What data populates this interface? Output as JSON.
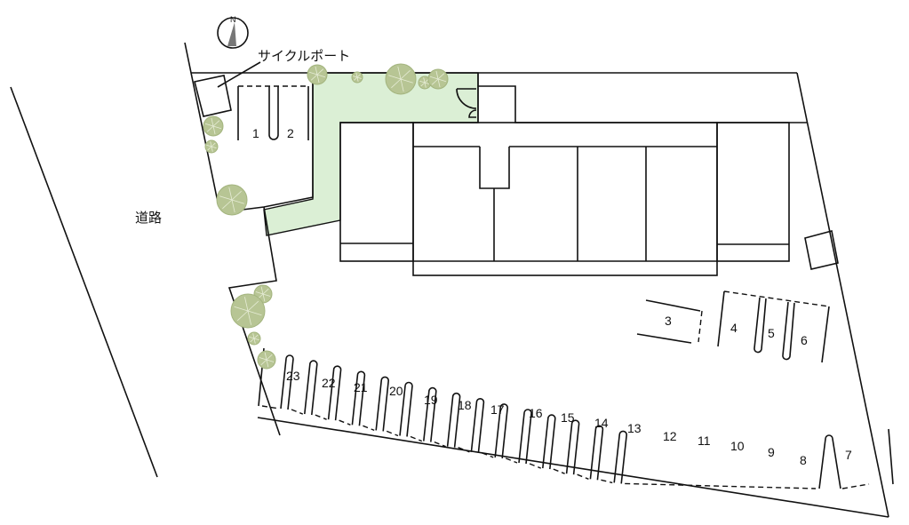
{
  "labels": {
    "road": "道路",
    "cycle_port": "サイクルポート",
    "north_mark": "N"
  },
  "spots": {
    "1": "1",
    "2": "2",
    "3": "3",
    "4": "4",
    "5": "5",
    "6": "6",
    "7": "7",
    "8": "8",
    "9": "9",
    "10": "10",
    "11": "11",
    "12": "12",
    "13": "13",
    "14": "14",
    "15": "15",
    "16": "16",
    "17": "17",
    "18": "18",
    "19": "19",
    "20": "20",
    "21": "21",
    "22": "22",
    "23": "23"
  },
  "colors": {
    "garden": "#dbefd5",
    "tree": "#b7c594",
    "line": "#111111"
  }
}
